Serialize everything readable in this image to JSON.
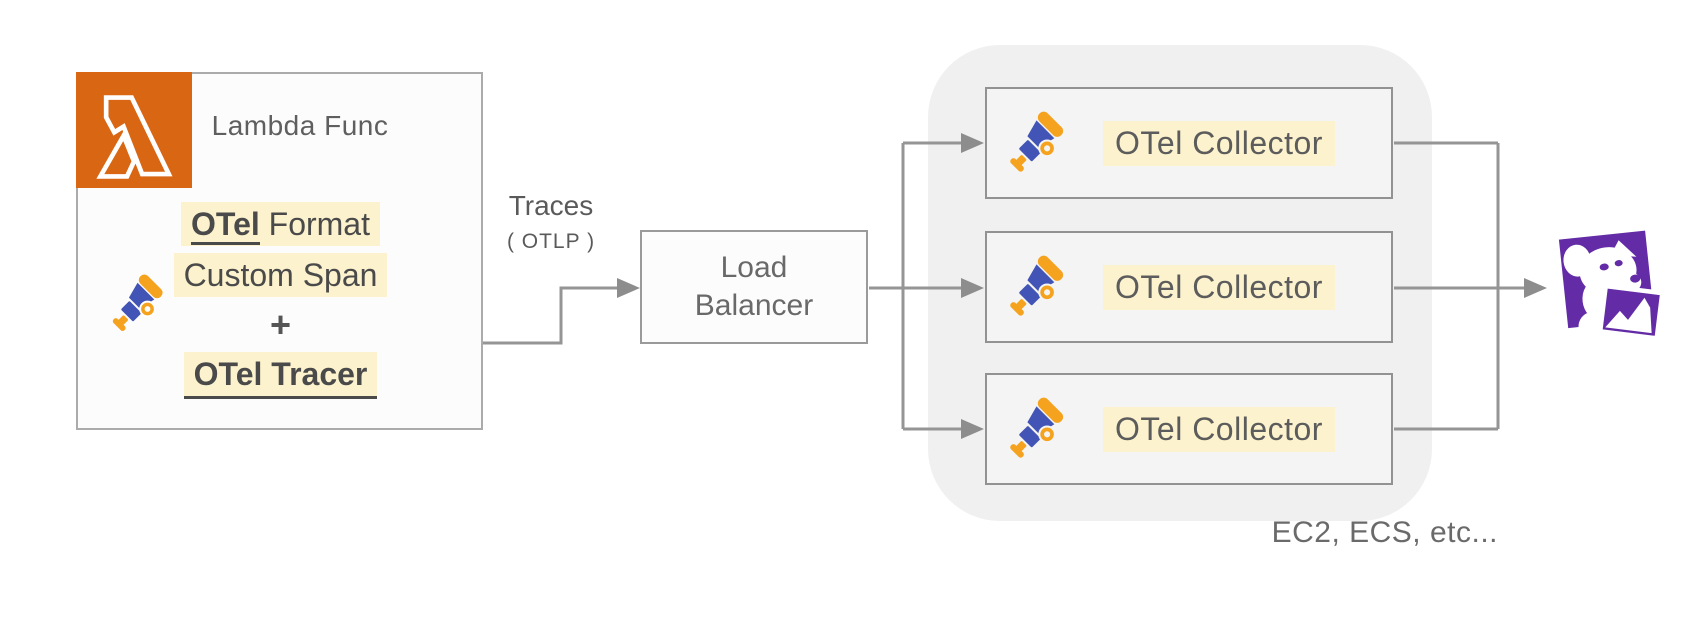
{
  "colors": {
    "lambda-orange": "#d86613",
    "highlight-yellow": "#fcf2cd",
    "telescope-blue": "#4254b5",
    "telescope-orange": "#f5a31e",
    "datadog-purple": "#632ca6",
    "connector-gray": "#959595",
    "arrowhead-gray": "#8d8d8d",
    "border-gray": "#9a9a9a",
    "cluster-gray": "#f0f0f0",
    "text-dark": "#4a4a4a",
    "text-gray": "#5f5f5f"
  },
  "lambda": {
    "title": "Lambda Func",
    "annotation": {
      "line1_emphasis": "OTel",
      "line1_rest": " Format",
      "line2": "Custom Span",
      "line3": "+",
      "line4_emphasis": "OTel Tracer"
    }
  },
  "flow_label": {
    "title": "Traces",
    "protocol": "( OTLP )"
  },
  "load_balancer": {
    "line1": "Load",
    "line2": "Balancer"
  },
  "collector_group": {
    "caption": "EC2, ECS, etc...",
    "collectors": [
      {
        "label": "OTel Collector"
      },
      {
        "label": "OTel Collector"
      },
      {
        "label": "OTel Collector"
      }
    ]
  }
}
